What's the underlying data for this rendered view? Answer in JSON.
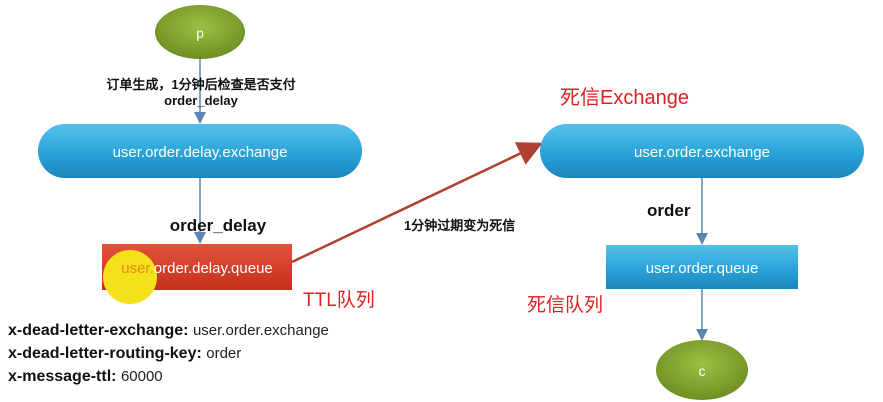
{
  "nodes": {
    "producer": "p",
    "consumer": "c",
    "delay_exchange": "user.order.delay.exchange",
    "delay_queue_prefix": "user.",
    "delay_queue_rest": "order.delay.queue",
    "exchange": "user.order.exchange",
    "queue": "user.order.queue"
  },
  "annotations": {
    "producer_note_line1": "订单生成，1分钟后检查是否支付",
    "producer_note_line2": "order_delay",
    "delay_routing_key": "order_delay",
    "expire_note": "1分钟过期变为死信",
    "order_routing_key": "order",
    "dead_exchange_title": "死信Exchange",
    "ttl_queue_title": "TTL队列",
    "dead_queue_title": "死信队列"
  },
  "queue_args": [
    {
      "key": "x-dead-letter-exchange:",
      "value": "user.order.exchange"
    },
    {
      "key": "x-dead-letter-routing-key:",
      "value": "order"
    },
    {
      "key": "x-message-ttl:",
      "value": "60000"
    }
  ],
  "colors": {
    "ellipse_green": "#7a9e2c",
    "pill_blue": "#2aa3d8",
    "queue_blue": "#239bd4",
    "queue_red": "#d33a25",
    "arrow_red": "#b04030",
    "highlight_yellow": "#f3e21a",
    "annotation_red": "#e02020"
  }
}
